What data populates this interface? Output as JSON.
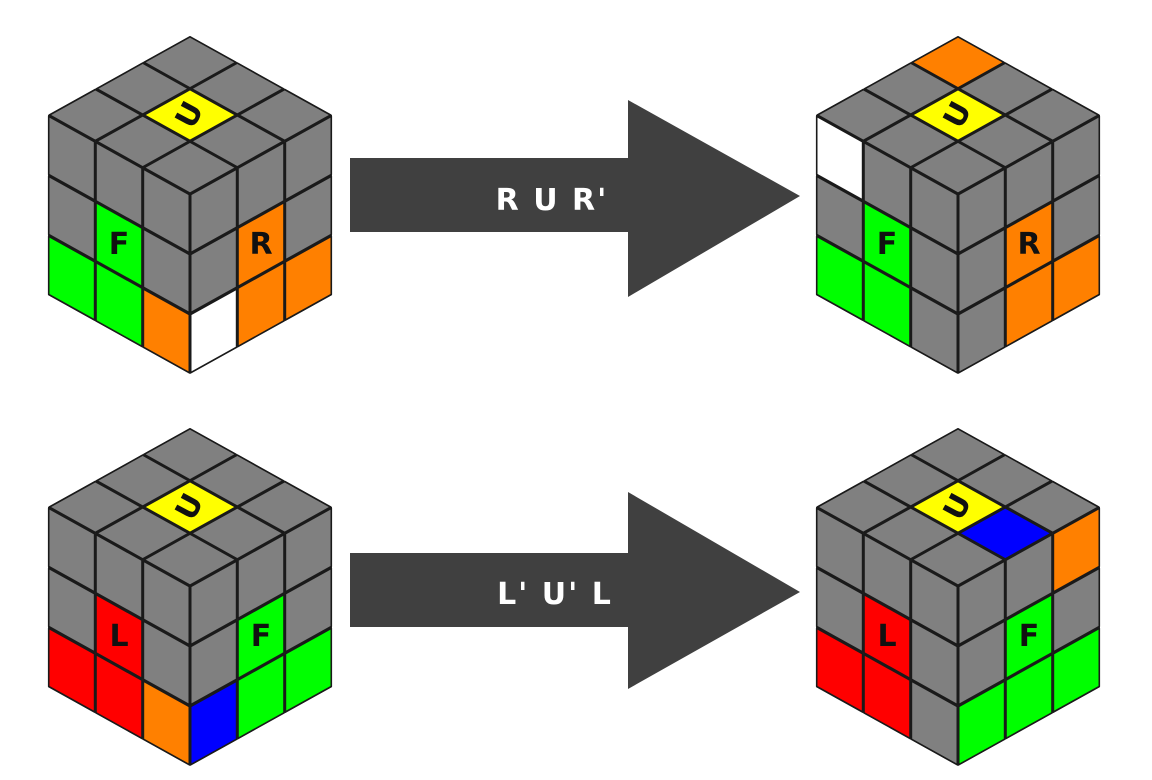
{
  "colors": {
    "grey": "#808080",
    "yellow": "#ffff00",
    "green": "#00ff00",
    "orange": "#ff8000",
    "white": "#ffffff",
    "red": "#ff0000",
    "blue": "#0000ff",
    "arrow": "#404040"
  },
  "rows": [
    {
      "move_label": "R U R'",
      "before": {
        "top_label": "U",
        "left_label": "F",
        "right_label": "R",
        "top": [
          [
            "grey",
            "grey",
            "grey"
          ],
          [
            "grey",
            "yellow",
            "grey"
          ],
          [
            "grey",
            "grey",
            "grey"
          ]
        ],
        "left": [
          [
            "grey",
            "grey",
            "grey"
          ],
          [
            "grey",
            "green",
            "grey"
          ],
          [
            "green",
            "green",
            "orange"
          ]
        ],
        "right": [
          [
            "grey",
            "grey",
            "grey"
          ],
          [
            "grey",
            "orange",
            "grey"
          ],
          [
            "white",
            "orange",
            "orange"
          ]
        ]
      },
      "after": {
        "top_label": "U",
        "left_label": "F",
        "right_label": "R",
        "top": [
          [
            "orange",
            "grey",
            "grey"
          ],
          [
            "grey",
            "yellow",
            "grey"
          ],
          [
            "grey",
            "grey",
            "grey"
          ]
        ],
        "left": [
          [
            "white",
            "grey",
            "grey"
          ],
          [
            "grey",
            "green",
            "grey"
          ],
          [
            "green",
            "green",
            "grey"
          ]
        ],
        "right": [
          [
            "grey",
            "grey",
            "grey"
          ],
          [
            "grey",
            "orange",
            "grey"
          ],
          [
            "grey",
            "orange",
            "orange"
          ]
        ]
      }
    },
    {
      "move_label": "L' U' L",
      "before": {
        "top_label": "U",
        "left_label": "L",
        "right_label": "F",
        "top": [
          [
            "grey",
            "grey",
            "grey"
          ],
          [
            "grey",
            "yellow",
            "grey"
          ],
          [
            "grey",
            "grey",
            "grey"
          ]
        ],
        "left": [
          [
            "grey",
            "grey",
            "grey"
          ],
          [
            "grey",
            "red",
            "grey"
          ],
          [
            "red",
            "red",
            "orange"
          ]
        ],
        "right": [
          [
            "grey",
            "grey",
            "grey"
          ],
          [
            "grey",
            "green",
            "grey"
          ],
          [
            "blue",
            "green",
            "green"
          ]
        ]
      },
      "after": {
        "top_label": "U",
        "left_label": "L",
        "right_label": "F",
        "top": [
          [
            "grey",
            "grey",
            "grey"
          ],
          [
            "grey",
            "yellow",
            "blue"
          ],
          [
            "grey",
            "grey",
            "grey"
          ]
        ],
        "left": [
          [
            "grey",
            "grey",
            "grey"
          ],
          [
            "grey",
            "red",
            "grey"
          ],
          [
            "red",
            "red",
            "grey"
          ]
        ],
        "right": [
          [
            "grey",
            "grey",
            "orange"
          ],
          [
            "grey",
            "green",
            "grey"
          ],
          [
            "green",
            "green",
            "green"
          ]
        ]
      }
    }
  ]
}
